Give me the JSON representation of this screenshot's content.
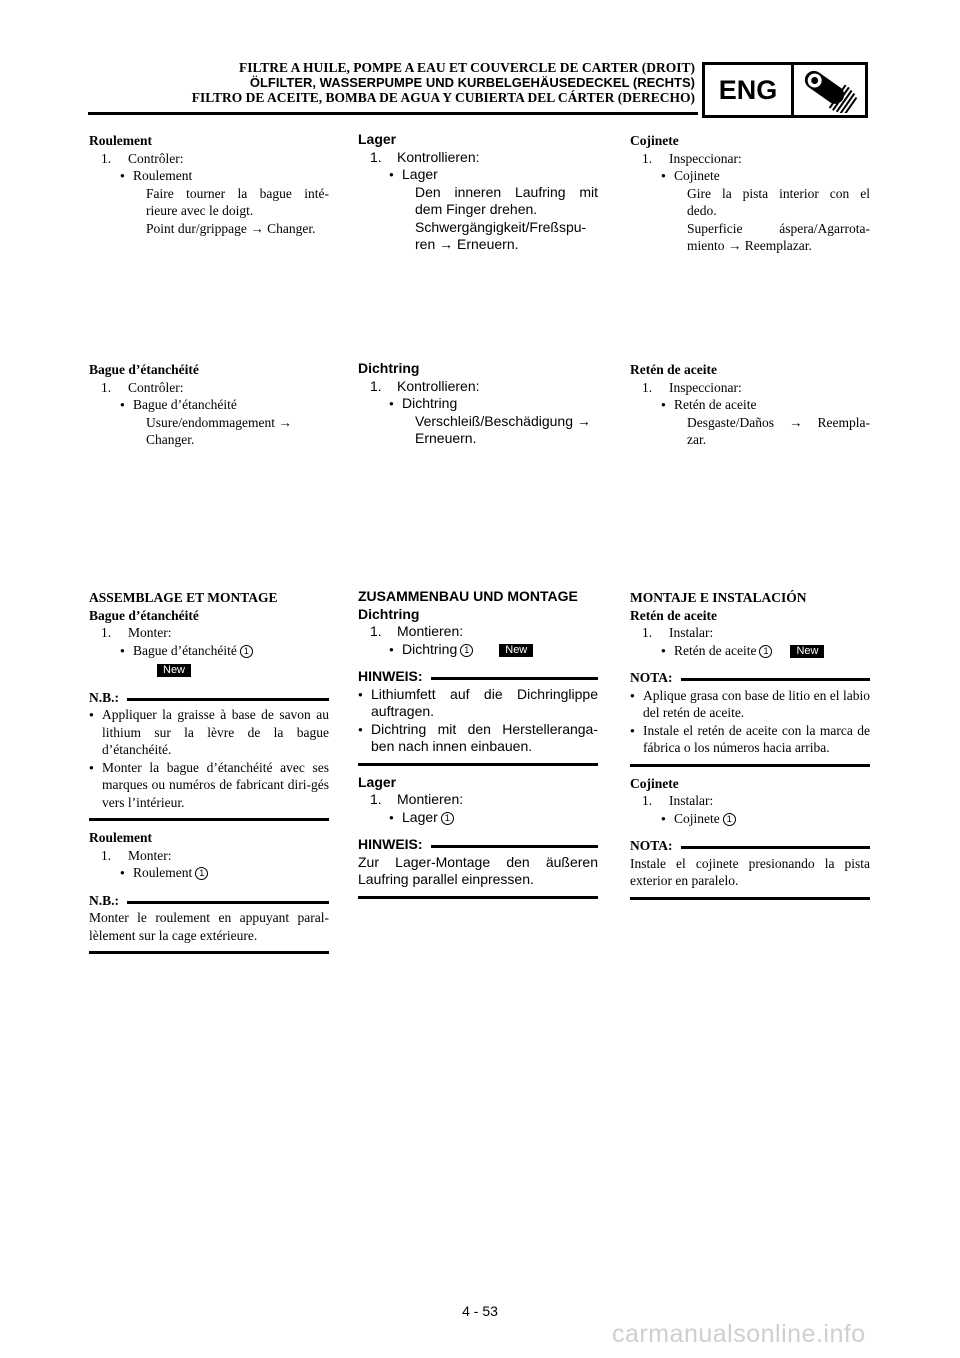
{
  "header": {
    "line_fr": "FILTRE A HUILE, POMPE A EAU ET COUVERCLE DE CARTER (DROIT)",
    "line_de": "ÖLFILTER, WASSERPUMPE UND KURBELGEHÄUSEDECKEL (RECHTS)",
    "line_es": "FILTRO DE ACEITE, BOMBA DE AGUA Y CUBIERTA DEL CÁRTER (DERECHO)",
    "badge": "ENG",
    "badge_icon": "engine-icon"
  },
  "col_fr": {
    "s1": {
      "title": "Roulement",
      "step_no": "1.",
      "step": "Contrôler:",
      "item": "Roulement",
      "l1": "Faire tourner la bague inté-",
      "l2": "rieure avec le doigt.",
      "l3": "Point dur/grippage → Changer."
    },
    "s2": {
      "title": "Bague d’étanchéité",
      "step_no": "1.",
      "step": "Contrôler:",
      "item": "Bague d’étanchéité",
      "l1": "Usure/endommagement →",
      "l2": "Changer."
    },
    "s3": {
      "heading": "ASSEMBLAGE ET MONTAGE",
      "title": "Bague d’étanchéité",
      "step_no": "1.",
      "step": "Monter:",
      "item": "Bague d’étanchéité",
      "ref": "1",
      "new": "New",
      "note": "N.B.:",
      "n1": "Appliquer la graisse à base de savon au lithium sur la lèvre de la bague d’étanchéité.",
      "n2": "Monter la bague d’étanchéité avec ses marques ou numéros de fabricant diri-gés vers l’intérieur."
    },
    "s4": {
      "title": "Roulement",
      "step_no": "1.",
      "step": "Monter:",
      "item": "Roulement",
      "ref": "1",
      "note": "N.B.:",
      "n1": "Monter le roulement en appuyant paral-lèlement sur la cage extérieure."
    }
  },
  "col_de": {
    "s1": {
      "title": "Lager",
      "step_no": "1.",
      "step": "Kontrollieren:",
      "item": "Lager",
      "l1": "Den inneren Laufring mit",
      "l2": "dem Finger drehen.",
      "l3": "Schwergängigkeit/Freßspu-",
      "l4": "ren → Erneuern."
    },
    "s2": {
      "title": "Dichtring",
      "step_no": "1.",
      "step": "Kontrollieren:",
      "item": "Dichtring",
      "l1": "Verschleiß/Beschädigung →",
      "l2": "Erneuern."
    },
    "s3": {
      "heading": "ZUSAMMENBAU UND MONTAGE",
      "title": "Dichtring",
      "step_no": "1.",
      "step": "Montieren:",
      "item": "Dichtring",
      "ref": "1",
      "new": "New",
      "note": "HINWEIS:",
      "n1": "Lithiumfett auf die Dichringlippe auftragen.",
      "n2": "Dichtring mit den Herstelleranga-ben nach innen einbauen."
    },
    "s4": {
      "title": "Lager",
      "step_no": "1.",
      "step": "Montieren:",
      "item": "Lager",
      "ref": "1",
      "note": "HINWEIS:",
      "n1": "Zur Lager-Montage den äußeren Laufring parallel einpressen."
    }
  },
  "col_es": {
    "s1": {
      "title": "Cojinete",
      "step_no": "1.",
      "step": "Inspeccionar:",
      "item": "Cojinete",
      "l1": "Gire la pista interior con el",
      "l2": "dedo.",
      "l3": "Superficie áspera/Agarrota-",
      "l4": "miento → Reemplazar."
    },
    "s2": {
      "title": "Retén de aceite",
      "step_no": "1.",
      "step": "Inspeccionar:",
      "item": "Retén de aceite",
      "l1": "Desgaste/Daños → Reempla-",
      "l2": "zar."
    },
    "s3": {
      "heading": "MONTAJE E INSTALACIÓN",
      "title": "Retén de aceite",
      "step_no": "1.",
      "step": "Instalar:",
      "item": "Retén de aceite",
      "ref": "1",
      "new": "New",
      "note": "NOTA:",
      "n1": "Aplique grasa con base de litio en el labio del retén de aceite.",
      "n2": "Instale el retén de aceite con la marca de fábrica o los números hacia arriba."
    },
    "s4": {
      "title": "Cojinete",
      "step_no": "1.",
      "step": "Instalar:",
      "item": "Cojinete",
      "ref": "1",
      "note": "NOTA:",
      "n1": "Instale el cojinete presionando la pista exterior en paralelo."
    }
  },
  "footer": {
    "page": "4 - 53",
    "watermark": "carmanualsonline.info"
  }
}
